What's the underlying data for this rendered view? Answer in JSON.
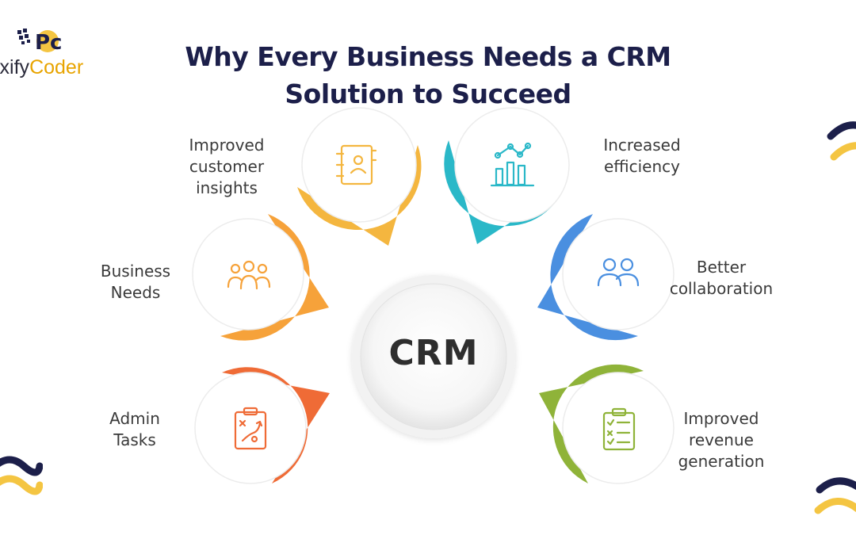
{
  "logo": {
    "monogram": "Pc",
    "text_prefix": "ixify",
    "text_suffix": "Coder"
  },
  "title": {
    "line1": "Why Every Business Needs a CRM",
    "line2": "Solution to Succeed"
  },
  "center": {
    "label": "CRM"
  },
  "benefits": [
    {
      "lines": [
        "Improved",
        "customer",
        "insights"
      ],
      "icon": "contact-book-icon",
      "color": "#f4b63f"
    },
    {
      "lines": [
        "Increased",
        "efficiency"
      ],
      "icon": "growth-chart-icon",
      "color": "#2ab8c8"
    },
    {
      "lines": [
        "Business",
        "Needs"
      ],
      "icon": "team-icon",
      "color": "#f6a23a"
    },
    {
      "lines": [
        "Better",
        "collaboration"
      ],
      "icon": "users-icon",
      "color": "#4a8fe0"
    },
    {
      "lines": [
        "Admin",
        "Tasks"
      ],
      "icon": "strategy-clipboard-icon",
      "color": "#ef6b36"
    },
    {
      "lines": [
        "Improved",
        "revenue",
        "generation"
      ],
      "icon": "checklist-icon",
      "color": "#8fb339"
    }
  ],
  "colors": {
    "title": "#1c1f4a",
    "accent_navy": "#1c1f4a",
    "accent_yellow": "#f4c542"
  }
}
